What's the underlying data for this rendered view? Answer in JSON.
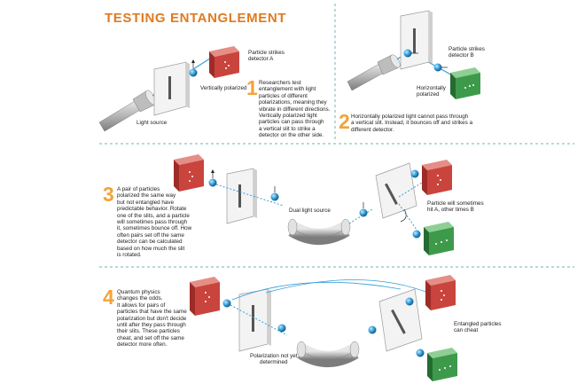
{
  "title": "TESTING ENTANGLEMENT",
  "colors": {
    "accent": "#e07a1f",
    "number": "#f2a33a",
    "red_detector": "#c9443d",
    "green_detector": "#3e9a4b",
    "divider": "#6fb3b8",
    "beam": "#3a9fd6"
  },
  "panel1": {
    "number": "1",
    "text_lines": [
      "Researchers test",
      "entanglement with light",
      "particles of different",
      "polarizations, meaning they",
      "vibrate in different directions.",
      "Vertically polarized light",
      "particles can pass through",
      "a vertical slit to strike a",
      "detector on the other side."
    ],
    "detector_label": [
      "Particle strikes",
      "detector A"
    ],
    "polarization_label": "Vertically polarized",
    "source_label": "Light source"
  },
  "panel2": {
    "number": "2",
    "text_lines": [
      "Horizontally polarized light cannot pass through",
      "a vertical slit. Instead, it bounces off and strikes a",
      "different detector."
    ],
    "detector_label": [
      "Particle strikes",
      "detector B"
    ],
    "polarization_label": [
      "Horizontally",
      "polarized"
    ]
  },
  "panel3": {
    "number": "3",
    "text_lines": [
      "A pair of particles",
      "polarized the same way",
      "but not entangled have",
      "predictable behavior. Rotate",
      "one of the slits, and a particle",
      "will sometimes pass through",
      "it, sometimes bounce off. How",
      "often pairs set off the same",
      "detector can be calculated",
      "based on how much the slit",
      "is rotated."
    ],
    "source_label": "Dual light source",
    "detector_label": [
      "Particle will sometimes",
      "hit A, other times B"
    ]
  },
  "panel4": {
    "number": "4",
    "text_lines": [
      "Quantum physics",
      "changes the odds.",
      "It allows for pairs of",
      "particles that have the same",
      "polarization but don't decide",
      "until after they pass through",
      "their slits. These particles",
      "cheat, and set off the same",
      "detector more often."
    ],
    "source_label": [
      "Polarization not yet",
      "determined"
    ],
    "detector_label": [
      "Entangled particles",
      "can cheat"
    ]
  }
}
